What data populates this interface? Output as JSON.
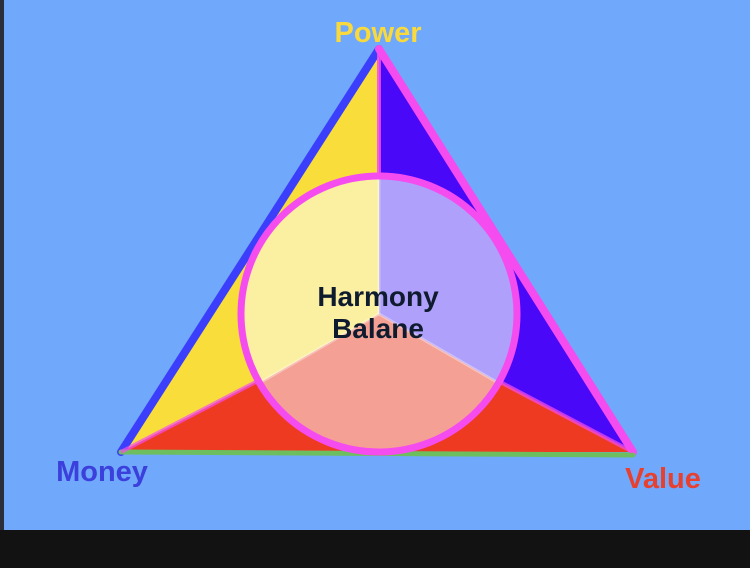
{
  "diagram": {
    "vertices": {
      "top": {
        "label": "Power",
        "color": "#F9D93B"
      },
      "left": {
        "label": "Money",
        "color": "#3B3FDB"
      },
      "right": {
        "label": "Value",
        "color": "#E8402F"
      }
    },
    "center": {
      "line1": "Harmony",
      "line2": "Balane",
      "text_color": "#0F1B2E"
    },
    "colors": {
      "background": "#70A8FC",
      "segment_power_money": "#F9DE3B",
      "segment_power_value": "#4A08F8",
      "segment_money_value": "#EF3A22",
      "edge_power_money": "#3B3FFB",
      "edge_power_value": "#F54CF0",
      "edge_money_value": "#6DBE5F",
      "circle_stroke": "#F54CF0",
      "circle_fill_yellow": "#FBF0A2",
      "circle_fill_purple": "#AEA0FB",
      "circle_fill_red": "#F5A094"
    }
  }
}
